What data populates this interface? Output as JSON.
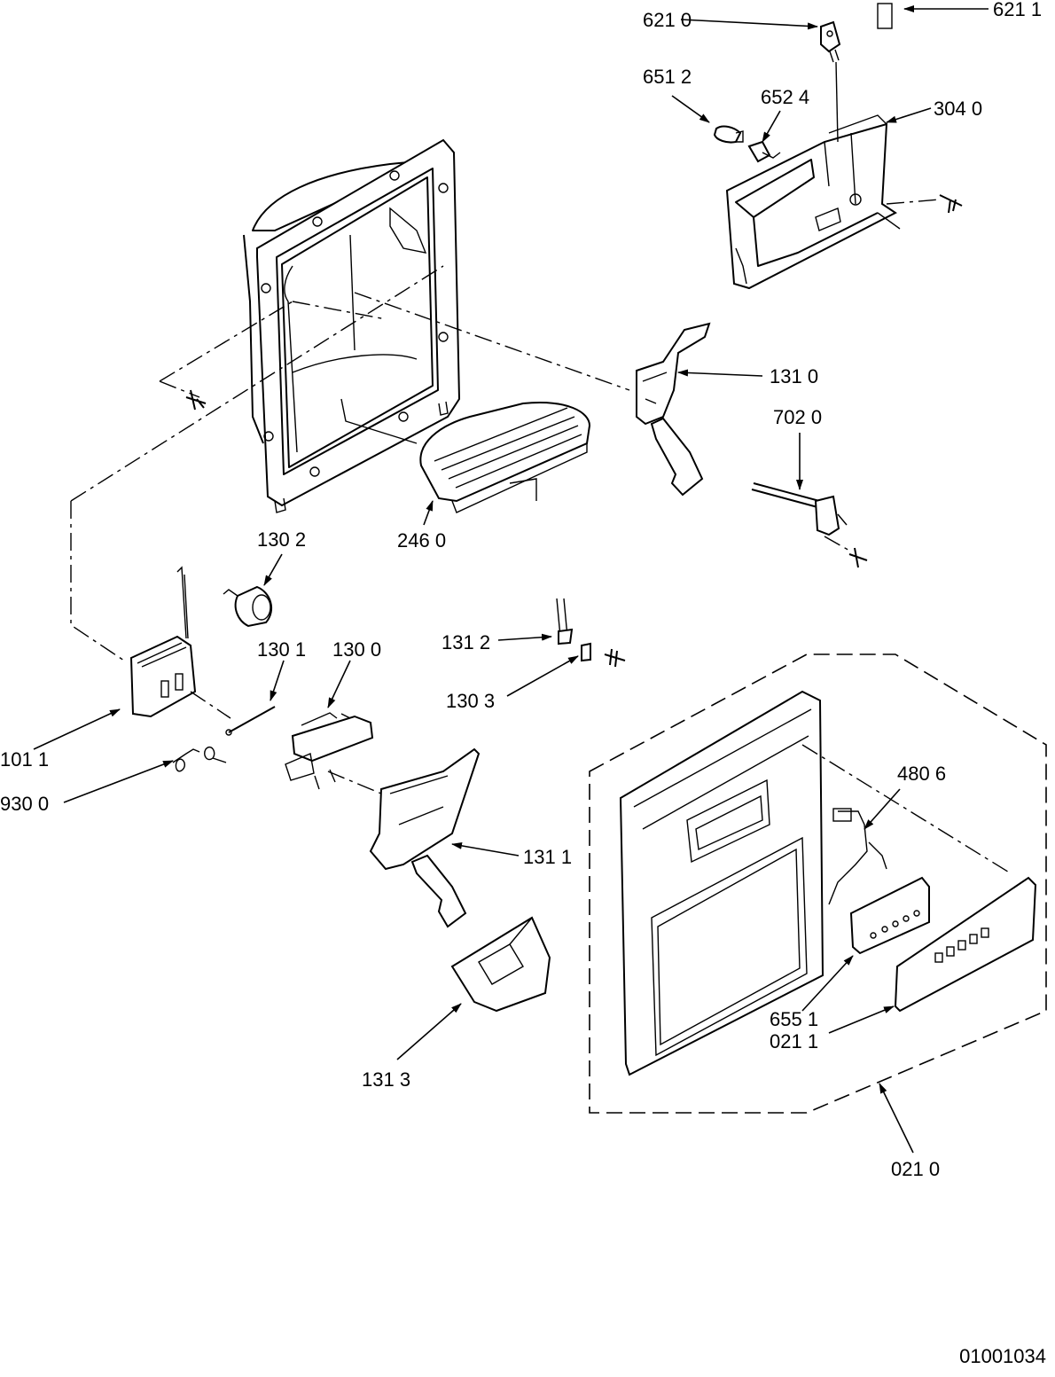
{
  "labels": {
    "p6210": "621 0",
    "p6211": "621 1",
    "p6512": "651 2",
    "p6524": "652 4",
    "p3040": "304 0",
    "p1310": "131 0",
    "p7020": "702 0",
    "p2460": "246 0",
    "p1302": "130 2",
    "p1301": "130 1",
    "p1300": "130 0",
    "p1312": "131 2",
    "p1303": "130 3",
    "p1011": "101 1",
    "p9300": "930 0",
    "p1311": "131 1",
    "p4806": "480 6",
    "p6551": "655 1",
    "p0211": "021 1",
    "p1313": "131 3",
    "p0210": "021 0"
  },
  "document_id": "01001034"
}
